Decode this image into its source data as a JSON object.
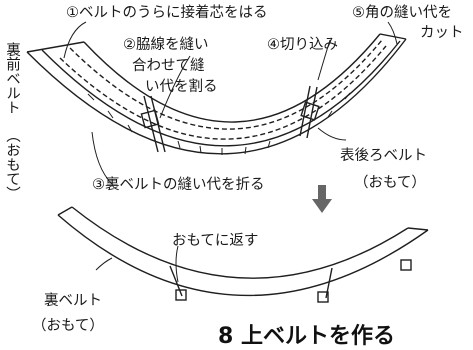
{
  "labels": {
    "step1": "①ベルトのうらに接着芯をはる",
    "step2_line1": "②脇線を縫い",
    "step2_line2": "合わせて縫",
    "step2_line3": "い代を割る",
    "step3": "③裏ベルトの縫い代を折る",
    "step4": "④切り込み",
    "step5_line1": "⑤角の縫い代を",
    "step5_line2": "カット",
    "front_back_belt_line1": "裏前ベルト",
    "front_back_belt_line2": "（おもて）",
    "outer_back_belt_line1": "表後ろベルト",
    "outer_back_belt_line2": "（おもて）",
    "turn_right_side_out": "おもてに返す",
    "inner_belt_line1": "裏ベルト",
    "inner_belt_line2": "（おもて）",
    "heading": "8 上ベルトを作る"
  },
  "colors": {
    "line": "#1f1f1f",
    "arrow": "#666666"
  }
}
